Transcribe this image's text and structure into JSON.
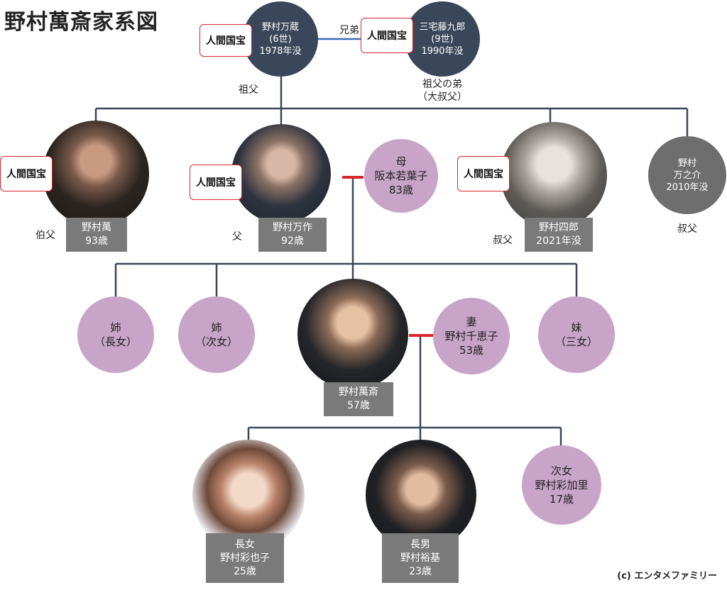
{
  "title": "野村萬斎家系図",
  "copyright": "(c) エンタメファミリー",
  "badge_text": "人間国宝",
  "grandfather": {
    "name": "野村万蔵",
    "gen": "(6世)",
    "note": "1978年没"
  },
  "granduncle": {
    "name": "三宅藤九郎",
    "gen": "(9世)",
    "note": "1990年没"
  },
  "sibling_label": "兄弟",
  "grandfather_relation": "祖父",
  "granduncle_relation_1": "祖父の弟",
  "granduncle_relation_2": "（大叔父）",
  "uncle1": {
    "name": "野村萬",
    "note": "93歳",
    "relation": "伯父"
  },
  "father": {
    "name": "野村万作",
    "note": "92歳",
    "relation": "父"
  },
  "mother": {
    "role": "母",
    "name": "阪本若葉子",
    "note": "83歳"
  },
  "uncle2": {
    "name": "野村四郎",
    "note": "2021年没",
    "relation": "叔父"
  },
  "uncle3": {
    "name1": "野村",
    "name2": "万之介",
    "note": "2010年没",
    "relation": "叔父"
  },
  "sister1": {
    "role": "姉",
    "order": "（長女）"
  },
  "sister2": {
    "role": "姉",
    "order": "（次女）"
  },
  "mansai": {
    "name": "野村萬斎",
    "note": "57歳"
  },
  "wife": {
    "role": "妻",
    "name": "野村千恵子",
    "note": "53歳"
  },
  "sister3": {
    "role": "妹",
    "order": "（三女）"
  },
  "daughter1": {
    "role": "長女",
    "name": "野村彩也子",
    "note": "25歳"
  },
  "son": {
    "role": "長男",
    "name": "野村裕基",
    "note": "23歳"
  },
  "daughter2": {
    "role": "次女",
    "name": "野村彩加里",
    "note": "17歳"
  },
  "colors": {
    "navy": "#3a475a",
    "gray_circle": "#6e6e6e",
    "pink": "#c9a4c9",
    "plate": "#7a7a7a",
    "line": "#3a475a",
    "sibling_line": "#3b6fb6",
    "marriage_line": "#d9262b",
    "badge_border": "#d9262b"
  }
}
